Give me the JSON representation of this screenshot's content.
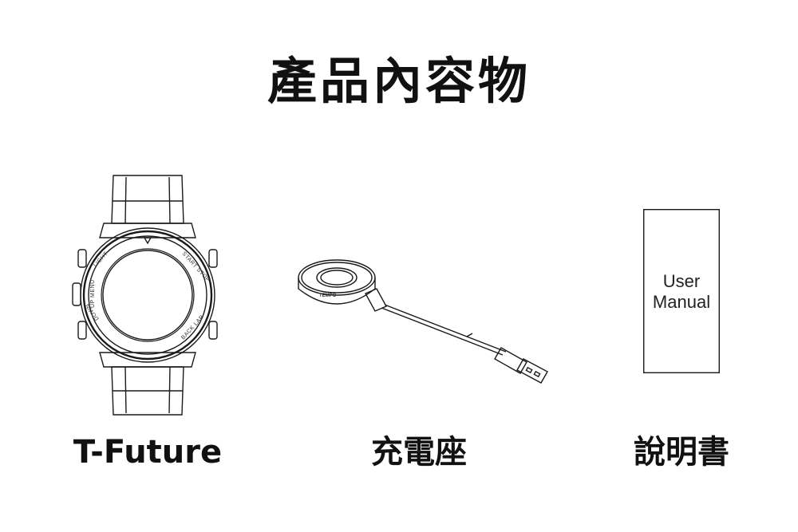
{
  "page": {
    "title": "產品內容物"
  },
  "items": [
    {
      "label": "T-Future",
      "illustration": "smartwatch-illustration",
      "watch_buttons": {
        "light": "LIGHT",
        "start_stop": "START STOP",
        "up_menu": "UP MENU",
        "down": "DOWN",
        "back_lap": "BACK LAP"
      }
    },
    {
      "label": "充電座",
      "illustration": "charging-dock-illustration",
      "dock_text": "TEMPO"
    },
    {
      "label": "說明書",
      "illustration": "user-manual-illustration",
      "manual_lines": [
        "User",
        "Manual"
      ]
    }
  ],
  "colors": {
    "line": "#1a1a1a",
    "background": "#ffffff"
  }
}
